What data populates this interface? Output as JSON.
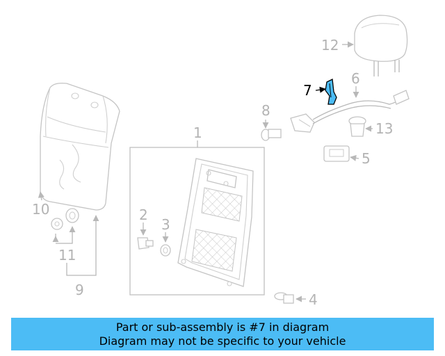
{
  "callouts": {
    "c1": "1",
    "c2": "2",
    "c3": "3",
    "c4": "4",
    "c5": "5",
    "c6": "6",
    "c7": "7",
    "c8": "8",
    "c9": "9",
    "c10": "10",
    "c11": "11",
    "c12": "12",
    "c13": "13"
  },
  "highlighted_part": "7",
  "highlight_color": "#4cbcf5",
  "banner": {
    "line1": "Part or sub-assembly is #7 in diagram",
    "line2": "Diagram may not be specific to your vehicle",
    "color": "#4cbcf5"
  }
}
